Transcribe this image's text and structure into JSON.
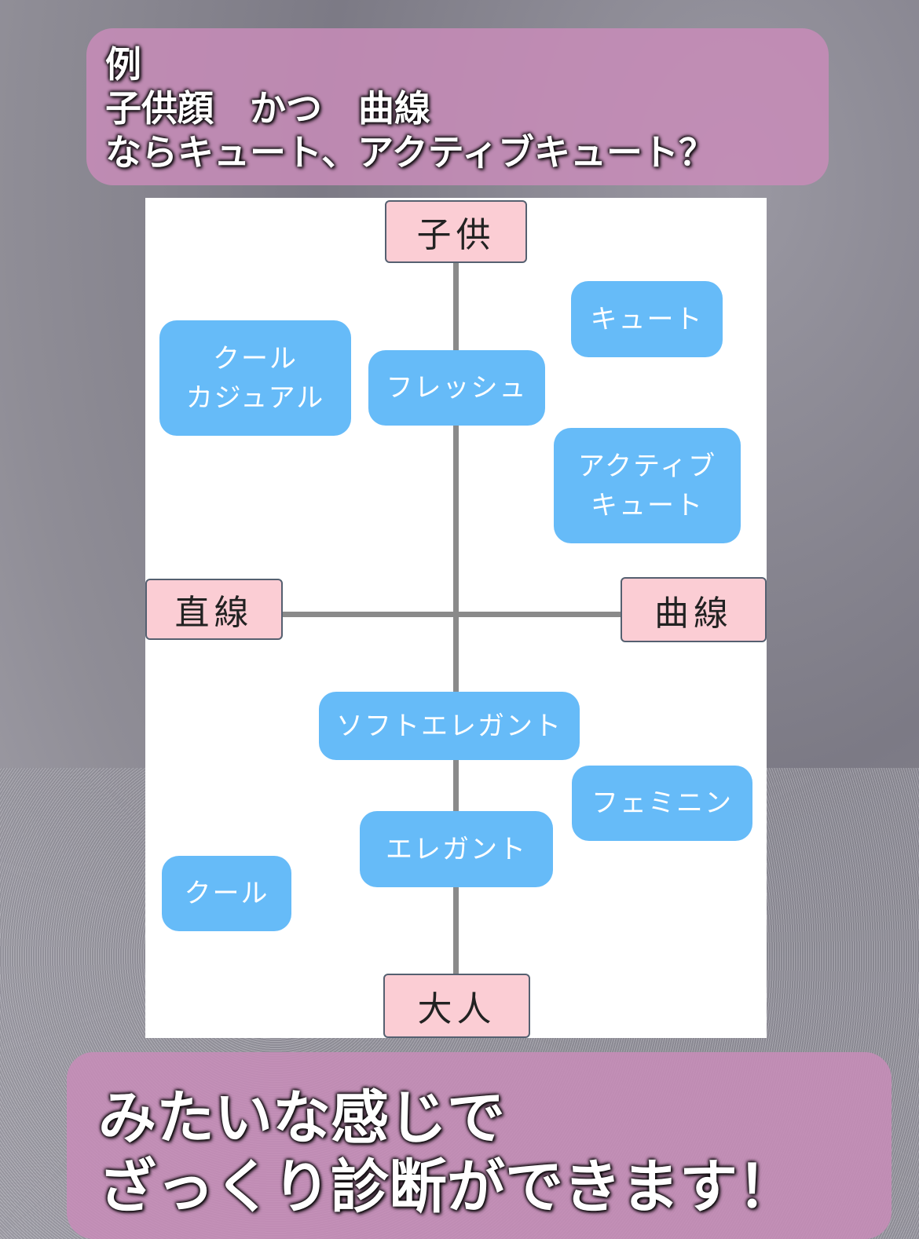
{
  "caption_top": {
    "lines": [
      "例",
      "子供顔　かつ　曲線",
      "ならキュート、アクティブキュート？"
    ]
  },
  "diagram": {
    "axes": {
      "top": "子供",
      "bottom": "大人",
      "left": "直線",
      "right": "曲線"
    },
    "types": [
      "キュート",
      "クール\nカジュアル",
      "フレッシュ",
      "アクティブ\nキュート",
      "ソフトエレガント",
      "フェミニン",
      "エレガント",
      "クール"
    ]
  },
  "caption_bottom": {
    "lines": [
      "みたいな感じで",
      "ざっくり診断ができます！"
    ]
  }
}
